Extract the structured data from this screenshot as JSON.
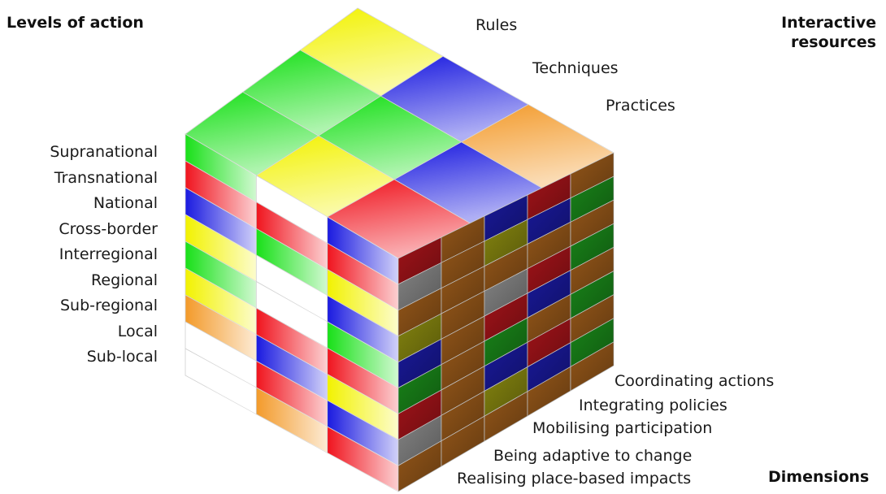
{
  "headings": {
    "levels": "Levels of action",
    "resources_line1": "Interactive",
    "resources_line2": "resources",
    "dimensions": "Dimensions"
  },
  "resources": [
    "Rules",
    "Techniques",
    "Practices"
  ],
  "levels": [
    "Supranational",
    "Transnational",
    "National",
    "Cross-border",
    "Interregional",
    "Regional",
    "Sub-regional",
    "Local",
    "Sub-local"
  ],
  "dimensions": [
    "Coordinating actions",
    "Integrating policies",
    "Mobilising participation",
    "Being adaptive to change",
    "Realising place-based impacts"
  ],
  "colors": {
    "red": "#f0141e",
    "green": "#18e018",
    "blue": "#1a1ae0",
    "yellow": "#f2f200",
    "orange": "#f39a2a",
    "white": "#ffffff",
    "dark_red": "#a8141a",
    "dark_green": "#1a8a1a",
    "dark_blue": "#1a1aa0",
    "olive": "#8a8a10",
    "brown": "#9a5a1a",
    "gray": "#8a8a8a"
  }
}
